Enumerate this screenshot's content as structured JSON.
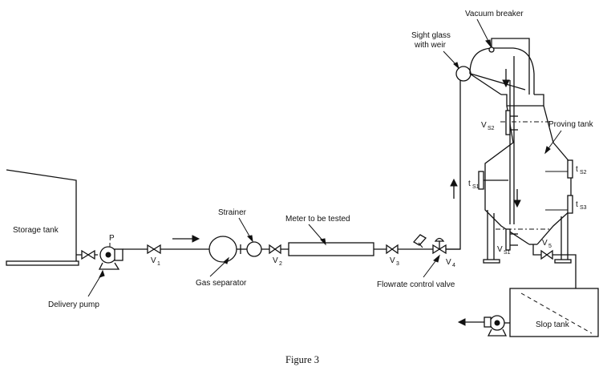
{
  "labels": {
    "storage_tank": "Storage tank",
    "pump_tag": "P",
    "delivery_pump": "Delivery pump",
    "valve_v1": "V",
    "valve_v1_sub": "1",
    "strainer": "Strainer",
    "gas_separator": "Gas separator",
    "valve_v2": "V",
    "valve_v2_sub": "2",
    "meter": "Meter to be tested",
    "valve_v3": "V",
    "valve_v3_sub": "3",
    "valve_v4": "V",
    "valve_v4_sub": "4",
    "flowrate_control_valve": "Flowrate control valve",
    "sight_glass_line1": "Sight glass",
    "sight_glass_line2": "with weir",
    "vacuum_breaker": "Vacuum breaker",
    "proving_tank": "Proving tank",
    "vs2": "V",
    "vs2_sub": "S2",
    "vs1": "V",
    "vs1_sub": "S1",
    "ts1": "t",
    "ts1_sub": "S1",
    "ts2": "t",
    "ts2_sub": "S2",
    "ts3": "t",
    "ts3_sub": "S3",
    "valve_v5": "V",
    "valve_v5_sub": "5",
    "slop_tank": "Slop tank",
    "figure_caption": "Figure 3"
  }
}
